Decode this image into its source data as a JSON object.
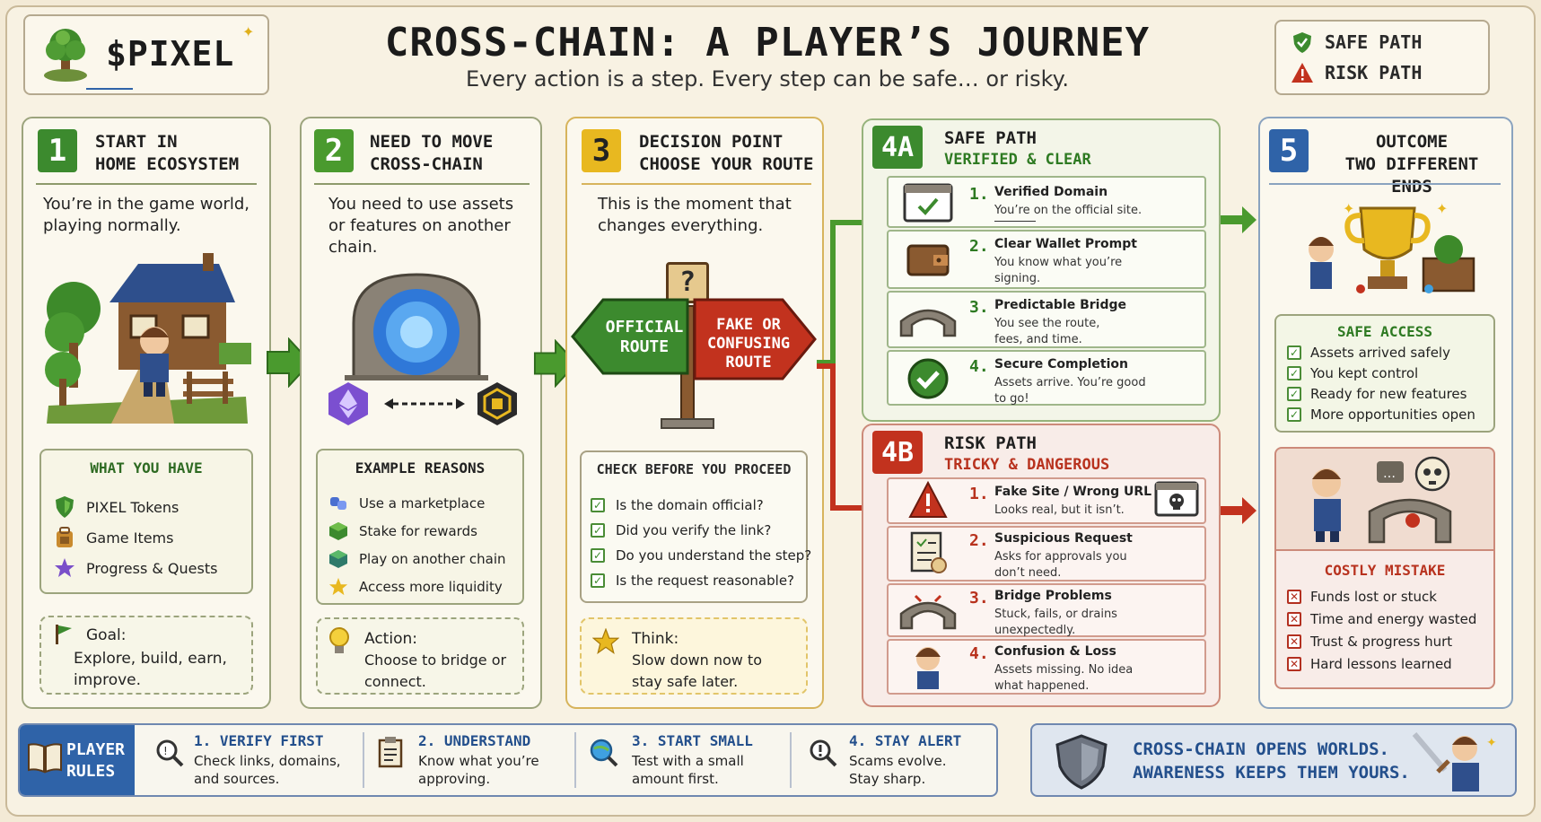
{
  "header": {
    "logo_text": "$PIXEL",
    "title": "CROSS-CHAIN: A PLAYER’S JOURNEY",
    "subtitle": "Every action is a step. Every step can be safe… or risky."
  },
  "legend": {
    "safe": "SAFE PATH",
    "risk": "RISK PATH"
  },
  "colors": {
    "green": "#3c8a2e",
    "red": "#c2321e",
    "yellow": "#e8b820",
    "blue": "#2f63a8"
  },
  "step1": {
    "num": "1",
    "heading_line1": "START IN",
    "heading_line2": "HOME ECOSYSTEM",
    "body_line1": "You’re in the game world,",
    "body_line2": "playing normally.",
    "have_title": "WHAT YOU HAVE",
    "have_items": [
      "PIXEL Tokens",
      "Game Items",
      "Progress & Quests"
    ],
    "goal_label": "Goal:",
    "goal_line1": "Explore, build, earn,",
    "goal_line2": "improve."
  },
  "step2": {
    "num": "2",
    "heading_line1": "NEED TO MOVE",
    "heading_line2": "CROSS-CHAIN",
    "body_line1": "You need to use assets",
    "body_line2": "or features on another",
    "body_line3": "chain.",
    "reasons_title": "EXAMPLE REASONS",
    "reasons": [
      "Use a marketplace",
      "Stake for rewards",
      "Play on another chain",
      "Access more liquidity"
    ],
    "action_label": "Action:",
    "action_line1": "Choose to bridge or",
    "action_line2": "connect."
  },
  "step3": {
    "num": "3",
    "heading_line1": "DECISION POINT",
    "heading_line2": "CHOOSE YOUR ROUTE",
    "body_line1": "This is the moment that",
    "body_line2": "changes everything.",
    "sign_q": "?",
    "sign_left_line1": "OFFICIAL",
    "sign_left_line2": "ROUTE",
    "sign_right_line1": "FAKE OR",
    "sign_right_line2": "CONFUSING",
    "sign_right_line3": "ROUTE",
    "check_title": "CHECK BEFORE YOU PROCEED",
    "checks": [
      "Is the domain official?",
      "Did you verify the link?",
      "Do you understand the step?",
      "Is the request reasonable?"
    ],
    "think_label": "Think:",
    "think_line1": "Slow down now to",
    "think_line2": "stay safe later."
  },
  "step4a": {
    "num": "4A",
    "heading": "SAFE PATH",
    "subheading": "VERIFIED & CLEAR",
    "steps": [
      {
        "n": "1.",
        "title": "Verified Domain",
        "line1": "You’re on the official site.",
        "line2": ""
      },
      {
        "n": "2.",
        "title": "Clear Wallet Prompt",
        "line1": "You know what you’re",
        "line2": "signing."
      },
      {
        "n": "3.",
        "title": "Predictable Bridge",
        "line1": "You see the route,",
        "line2": "fees, and time."
      },
      {
        "n": "4.",
        "title": "Secure Completion",
        "line1": "Assets arrive. You’re good",
        "line2": "to go!"
      }
    ]
  },
  "step4b": {
    "num": "4B",
    "heading": "RISK PATH",
    "subheading": "TRICKY & DANGEROUS",
    "steps": [
      {
        "n": "1.",
        "title": "Fake Site / Wrong URL",
        "line1": "Looks real, but it isn’t.",
        "line2": ""
      },
      {
        "n": "2.",
        "title": "Suspicious Request",
        "line1": "Asks for approvals you",
        "line2": "don’t need."
      },
      {
        "n": "3.",
        "title": "Bridge Problems",
        "line1": "Stuck, fails, or drains",
        "line2": "unexpectedly."
      },
      {
        "n": "4.",
        "title": "Confusion & Loss",
        "line1": "Assets missing. No idea",
        "line2": "what happened."
      }
    ]
  },
  "step5": {
    "num": "5",
    "heading_line1": "OUTCOME",
    "heading_line2": "TWO DIFFERENT ENDS",
    "safe_title": "SAFE ACCESS",
    "safe_items": [
      "Assets arrived safely",
      "You kept control",
      "Ready for new features",
      "More opportunities open"
    ],
    "mistake_title": "COSTLY MISTAKE",
    "mistake_items": [
      "Funds lost or stuck",
      "Time and energy wasted",
      "Trust & progress hurt",
      "Hard lessons learned"
    ]
  },
  "rules": {
    "label_line1": "PLAYER",
    "label_line2": "RULES",
    "items": [
      {
        "title": "1. VERIFY FIRST",
        "line1": "Check links, domains,",
        "line2": "and sources."
      },
      {
        "title": "2. UNDERSTAND",
        "line1": "Know what you’re",
        "line2": "approving."
      },
      {
        "title": "3. START SMALL",
        "line1": "Test with a small",
        "line2": "amount first."
      },
      {
        "title": "4. STAY ALERT",
        "line1": "Scams evolve.",
        "line2": "Stay sharp."
      }
    ]
  },
  "banner": {
    "line1": "CROSS-CHAIN OPENS WORLDS.",
    "line2": "AWARENESS KEEPS THEM YOURS."
  }
}
